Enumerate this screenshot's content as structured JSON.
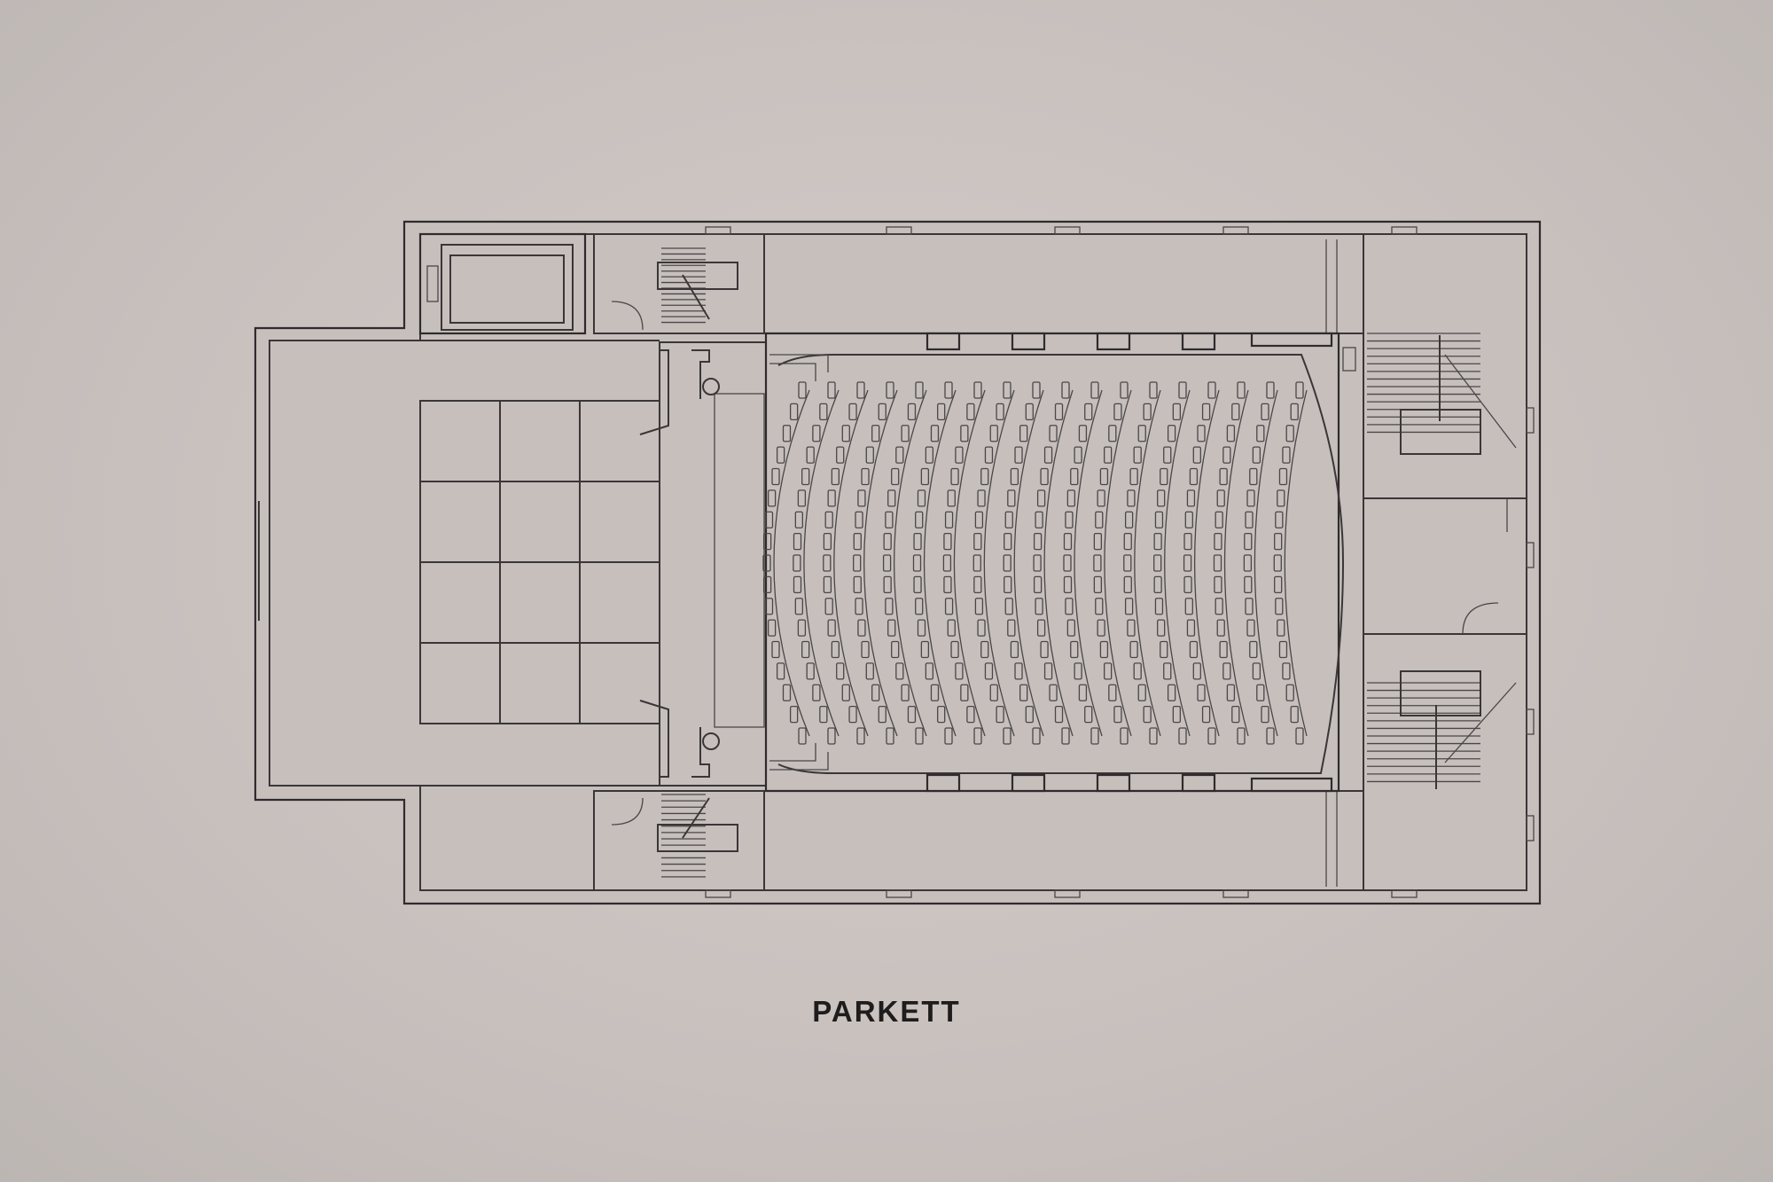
{
  "plan": {
    "caption": "PARKETT",
    "seating": {
      "rows": 18,
      "seats_per_row": 17
    },
    "colors": {
      "paper": "#c9c1be",
      "ink": "#2f2b2d"
    }
  }
}
